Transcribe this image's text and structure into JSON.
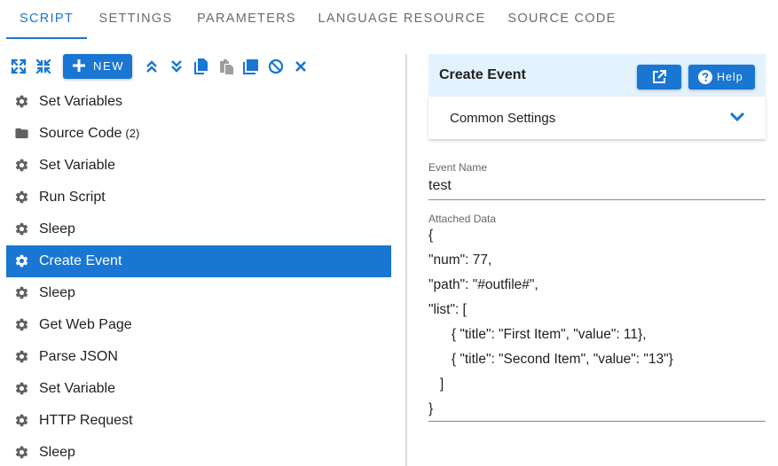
{
  "tabs": [
    {
      "label": "SCRIPT",
      "active": true
    },
    {
      "label": "SETTINGS"
    },
    {
      "label": "PARAMETERS"
    },
    {
      "label": "LANGUAGE RESOURCE"
    },
    {
      "label": "SOURCE CODE"
    }
  ],
  "toolbar": {
    "new_label": "NEW",
    "icons": [
      "expand-all-icon",
      "collapse-all-icon",
      "move-up-icon",
      "move-down-icon",
      "copy-icon",
      "paste-icon",
      "duplicate-icon",
      "disable-icon",
      "delete-icon"
    ]
  },
  "tree": {
    "items": [
      {
        "label": "Set Variables",
        "icon": "gear-icon"
      },
      {
        "label": "Source Code",
        "icon": "folder-icon",
        "count": "(2)"
      },
      {
        "label": "Set Variable",
        "icon": "gear-icon"
      },
      {
        "label": "Run Script",
        "icon": "gear-icon"
      },
      {
        "label": "Sleep",
        "icon": "gear-icon"
      },
      {
        "label": "Create Event",
        "icon": "gear-icon",
        "selected": true
      },
      {
        "label": "Sleep",
        "icon": "gear-icon"
      },
      {
        "label": "Get Web Page",
        "icon": "gear-icon"
      },
      {
        "label": "Parse JSON",
        "icon": "gear-icon"
      },
      {
        "label": "Set Variable",
        "icon": "gear-icon"
      },
      {
        "label": "HTTP Request",
        "icon": "gear-icon"
      },
      {
        "label": "Sleep",
        "icon": "gear-icon"
      }
    ]
  },
  "panel": {
    "title": "Create Event",
    "help_label": "Help",
    "common_settings_label": "Common Settings",
    "event_name_label": "Event Name",
    "event_name_value": "test",
    "attached_data_label": "Attached Data",
    "attached_data_lines": [
      "{",
      "\"num\": 77,",
      "\"path\": \"#outfile#\",",
      "\"list\": [",
      "      { \"title\": \"First Item\", \"value\": 11},",
      "      { \"title\": \"Second Item\", \"value\": \"13\"}",
      "   ]",
      "}"
    ]
  },
  "colors": {
    "accent": "#1976d2",
    "header_bg": "#e3f2fd",
    "icon_gray": "#616161"
  }
}
